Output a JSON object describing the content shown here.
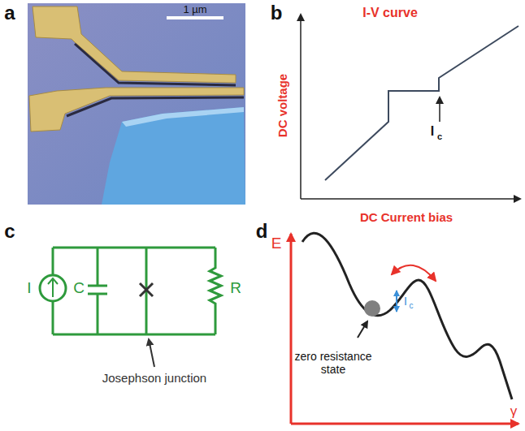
{
  "diagram": {
    "labels": [
      "a",
      "1 µm",
      "b",
      "I-V curve",
      "DC voltage",
      "I",
      "c",
      "DC Current bias",
      "c",
      "I",
      "C",
      "R",
      "Josephson junction",
      "d",
      "E",
      "I",
      "c",
      "zero resistance state",
      "γ"
    ]
  }
}
